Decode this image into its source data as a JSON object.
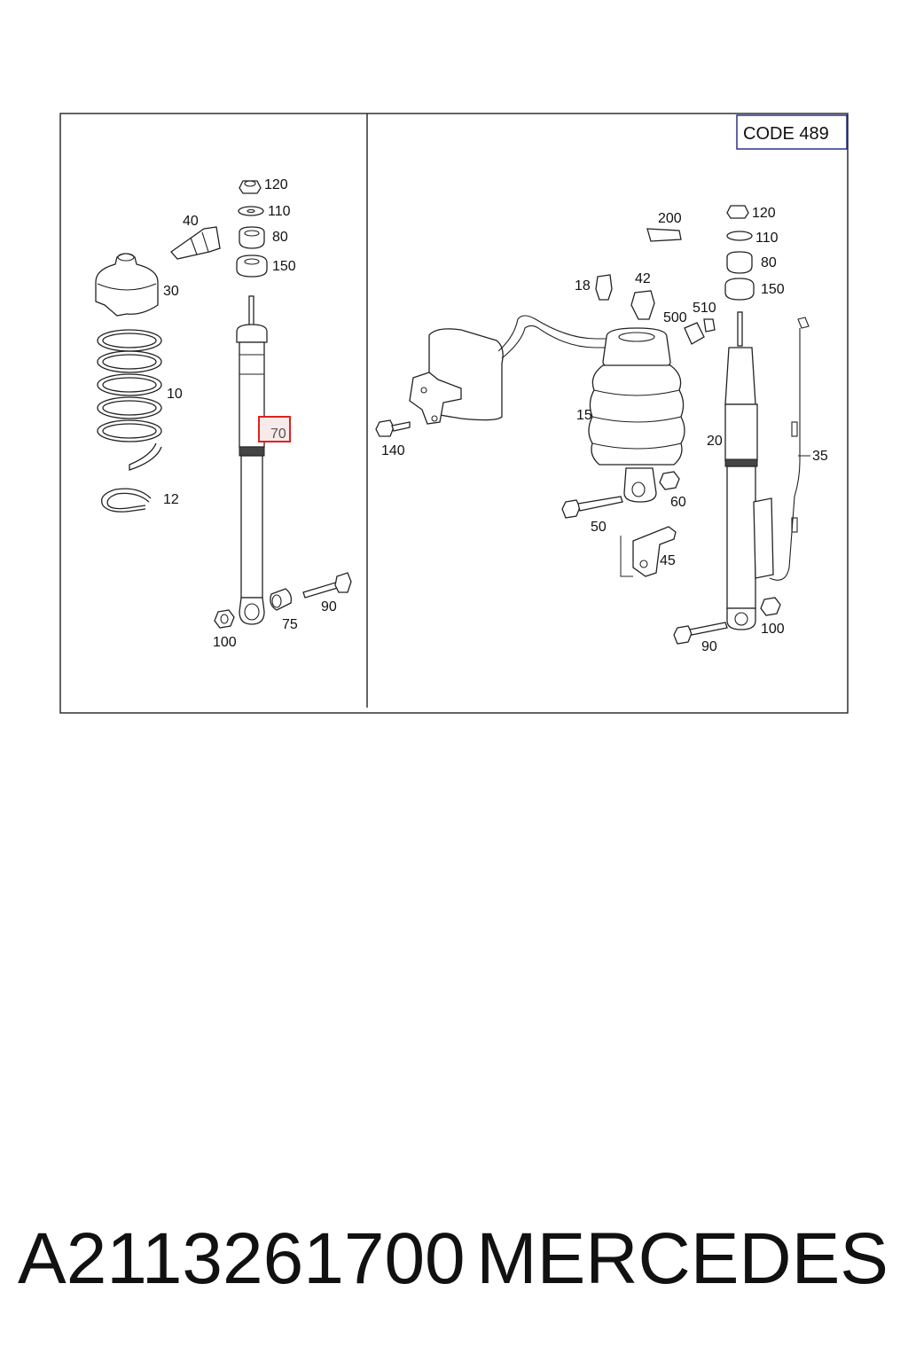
{
  "diagram": {
    "code_box": "CODE 489",
    "highlight_color": "#e02020",
    "left_panel_callouts": {
      "p120": "120",
      "p110": "110",
      "p80": "80",
      "p150": "150",
      "p40": "40",
      "p30": "30",
      "p10": "10",
      "p70": "70",
      "p12": "12",
      "p100": "100",
      "p75": "75",
      "p90": "90"
    },
    "right_panel_callouts": {
      "p200": "200",
      "p120": "120",
      "p110": "110",
      "p80": "80",
      "p150": "150",
      "p18": "18",
      "p42": "42",
      "p510": "510",
      "p500": "500",
      "p140": "140",
      "p15": "15",
      "p20": "20",
      "p35": "35",
      "p50": "50",
      "p60": "60",
      "p45": "45",
      "p90": "90",
      "p100": "100"
    },
    "highlighted_part": "70"
  },
  "footer": {
    "part_number": "A2113261700",
    "brand": "MERCEDES"
  }
}
